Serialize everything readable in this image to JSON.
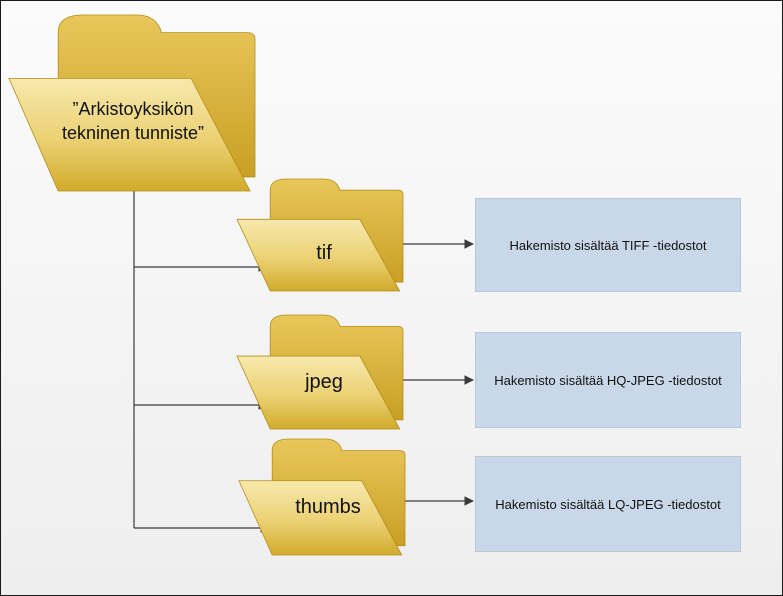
{
  "colors": {
    "folder_back": "#d9b436",
    "folder_front_light": "#f6e7a6",
    "folder_front_dark": "#d4ad2c",
    "connector": "#3a3a3a",
    "info_box_fill": "#c9d8e8"
  },
  "root": {
    "icon": "folder-icon",
    "label": "”Arkistoyksikön tekninen tunniste”"
  },
  "folders": [
    {
      "icon": "folder-icon",
      "label": "tif",
      "description": "Hakemisto sisältää TIFF -tiedostot"
    },
    {
      "icon": "folder-icon",
      "label": "jpeg",
      "description": "Hakemisto sisältää HQ-JPEG -tiedostot"
    },
    {
      "icon": "folder-icon",
      "label": "thumbs",
      "description": "Hakemisto sisältää LQ-JPEG -tiedostot"
    }
  ]
}
